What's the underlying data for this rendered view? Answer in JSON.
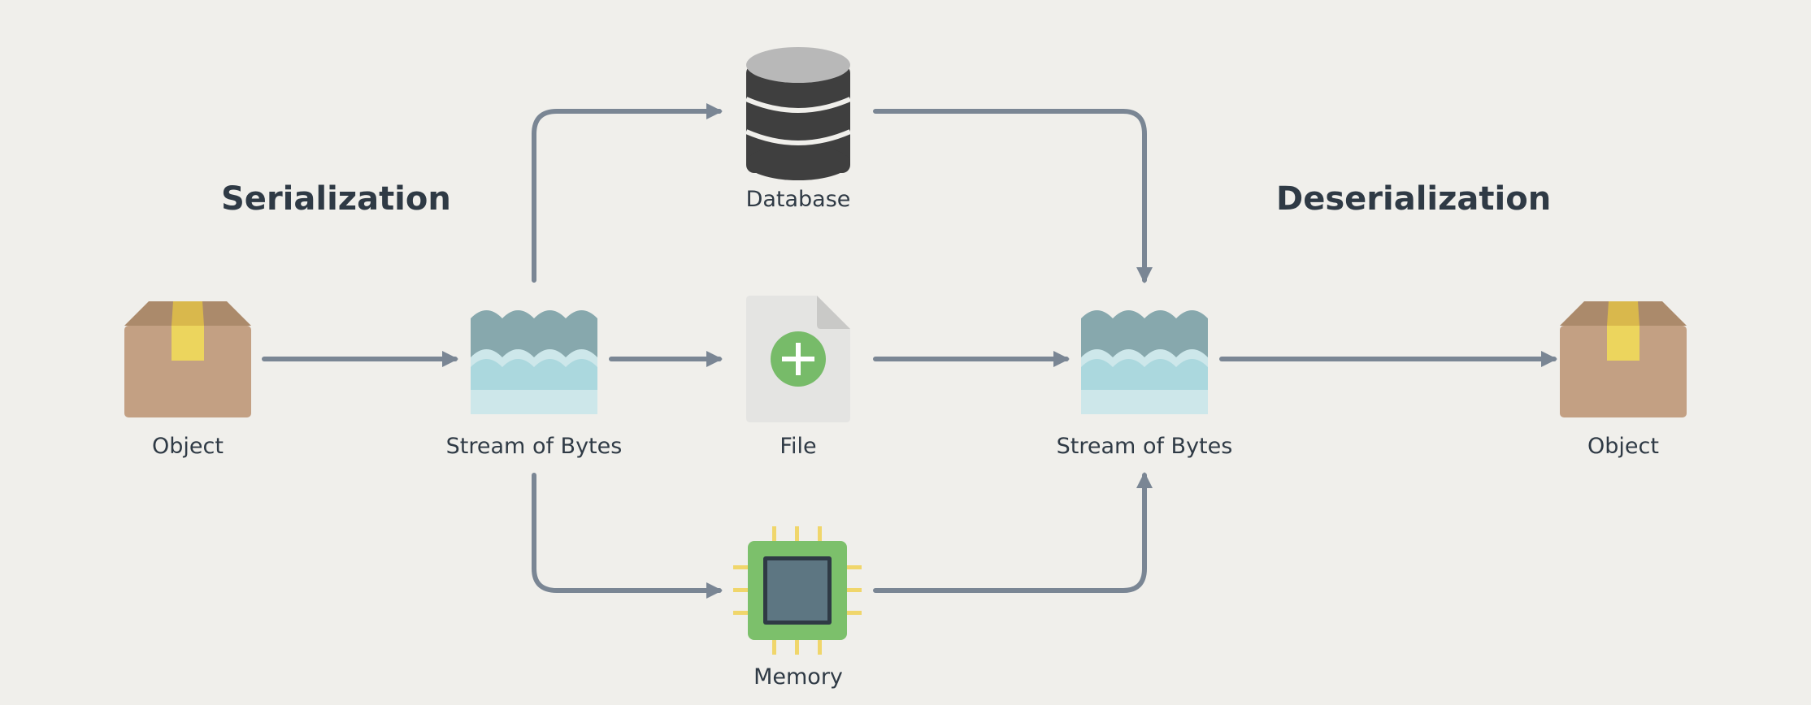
{
  "titles": {
    "serialization": "Serialization",
    "deserialization": "Deserialization"
  },
  "nodes": {
    "object_left": "Object",
    "stream_left": "Stream of Bytes",
    "database": "Database",
    "file": "File",
    "memory": "Memory",
    "stream_right": "Stream of Bytes",
    "object_right": "Object"
  },
  "colors": {
    "background": "#f0efeb",
    "arrow": "#7a8694",
    "text": "#2f3a45",
    "box": "#c3a083",
    "box_top": "#ab8a6b",
    "tape": "#ecd55d",
    "wave_dark": "#87a8ad",
    "wave_mid": "#abd8de",
    "wave_light": "#cde7ea",
    "database": "#3f3f3f",
    "database_top": "#b8b8b8",
    "file": "#e4e4e2",
    "file_plus": "#77bb69",
    "chip": "#7cc06b",
    "chip_core": "#5d7682",
    "chip_pins": "#f0d66b"
  },
  "icons": {
    "object": "package-box-icon",
    "stream": "water-waves-icon",
    "database": "database-icon",
    "file": "file-add-icon",
    "memory": "memory-chip-icon"
  }
}
